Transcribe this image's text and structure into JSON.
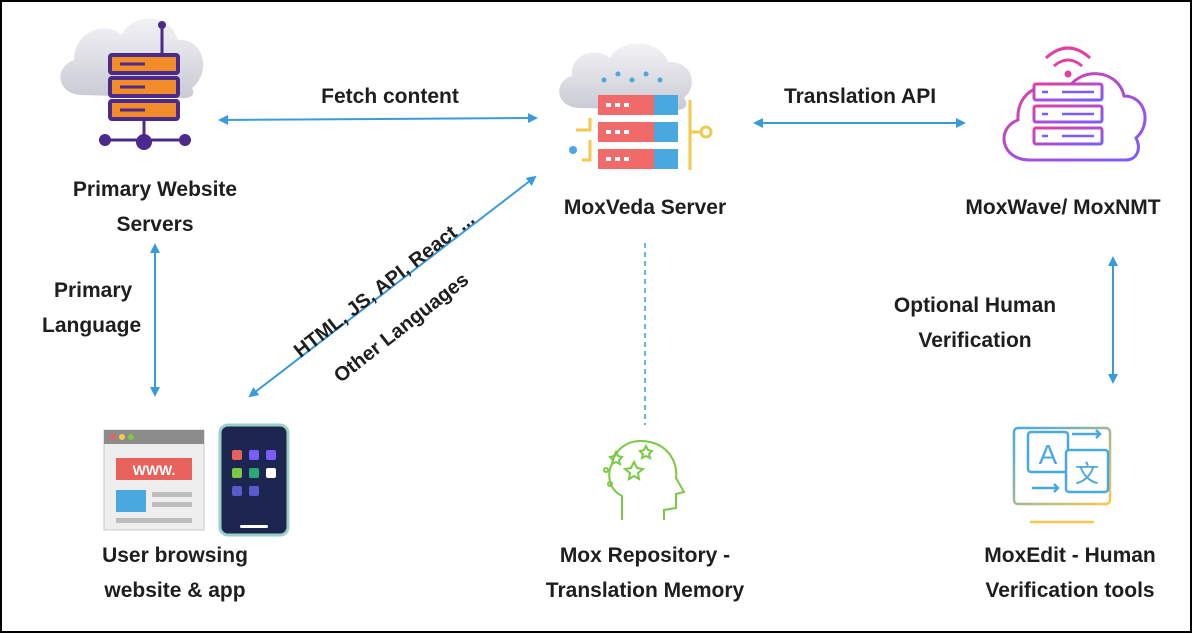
{
  "nodes": {
    "primary_servers": {
      "line1": "Primary Website",
      "line2": "Servers"
    },
    "moxveda": {
      "label": "MoxVeda Server"
    },
    "moxwave": {
      "label": "MoxWave/ MoxNMT"
    },
    "user": {
      "line1": "User browsing",
      "line2": "website & app"
    },
    "repository": {
      "line1": "Mox Repository -",
      "line2": "Translation Memory"
    },
    "moxedit": {
      "line1": "MoxEdit - Human",
      "line2": "Verification tools"
    }
  },
  "edges": {
    "fetch": "Fetch content",
    "translation_api": "Translation API",
    "primary_lang_1": "Primary",
    "primary_lang_2": "Language",
    "other_lang_1": "HTML, JS, API, React ...",
    "other_lang_2": "Other Languages",
    "human_ver_1": "Optional Human",
    "human_ver_2": "Verification"
  },
  "icons": {
    "browser_url": "WWW."
  },
  "colors": {
    "arrow": "#3a9bdc",
    "server_orange": "#f28c28",
    "server_purple": "#4a2a8a",
    "moxveda_red": "#f06a6a",
    "moxveda_blue": "#4aa8e0",
    "moxwave_gradient_start": "#e23fa0",
    "moxwave_gradient_end": "#7a5cff",
    "repo_green": "#7ac943"
  }
}
